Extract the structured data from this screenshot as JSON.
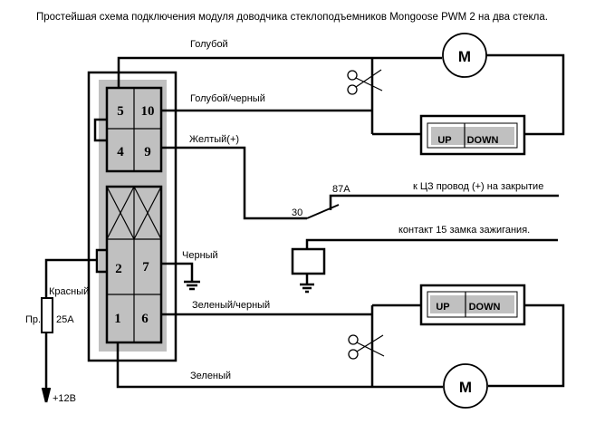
{
  "title": "Простейшая схема подключения модуля доводчика стеклоподъемников  Mongoose PWM 2 на два стекла.",
  "connector": {
    "pins": [
      "5",
      "10",
      "4",
      "9",
      "2",
      "7",
      "1",
      "6"
    ]
  },
  "wires": {
    "blue": "Голубой",
    "blue_black": "Голубой/черный",
    "yellow": "Желтый(+)",
    "black": "Черный",
    "green_black": "Зеленый/черный",
    "green": "Зеленый",
    "red": "Красный"
  },
  "relay": {
    "contact_30": "30",
    "contact_87a": "87А",
    "central_lock": "к ЦЗ провод (+) на закрытие",
    "ignition": "контакт 15 замка зажигания."
  },
  "fuse": {
    "label": "Пр.",
    "rating": "25А"
  },
  "power": "+12В",
  "switch": {
    "up": "UP",
    "down": "DOWN"
  },
  "motor": "M",
  "colors": {
    "line": "#000000",
    "connector_bg": "#c0c0c0",
    "button_bg": "#c0c0c0"
  }
}
